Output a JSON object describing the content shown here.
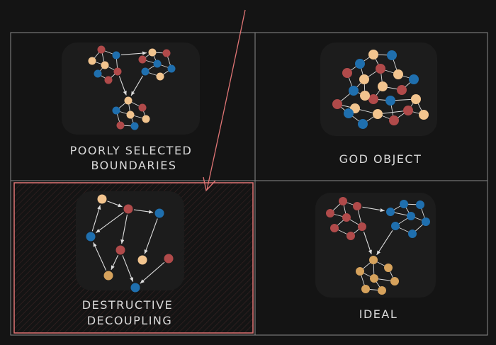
{
  "colors": {
    "background": "#141414",
    "panel": "#1c1c1c",
    "grid_line": "#8a8a8a",
    "highlight": "#e07575",
    "node_red": "#b04a4a",
    "node_blue": "#1f6fae",
    "node_beige": "#f2c48e",
    "node_tan": "#d6a25c",
    "edge": "#dddddd",
    "text": "#d9d9d9"
  },
  "quadrants": [
    {
      "id": "poor",
      "label_lines": [
        "POORLY SELECTED",
        "BOUNDARIES"
      ]
    },
    {
      "id": "god",
      "label_lines": [
        "GOD OBJECT"
      ]
    },
    {
      "id": "destructive",
      "label_lines": [
        "DESTRUCTIVE",
        "DECOUPLING"
      ]
    },
    {
      "id": "ideal",
      "label_lines": [
        "IDEAL"
      ]
    }
  ]
}
